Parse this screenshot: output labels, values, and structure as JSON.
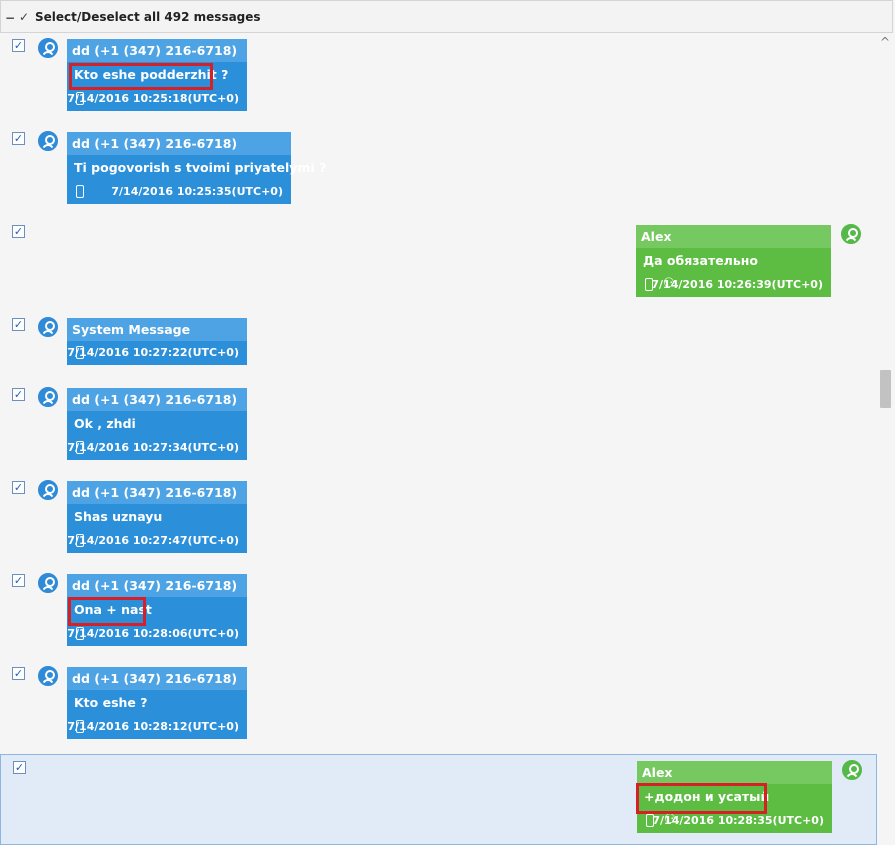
{
  "toolbar": {
    "collapse_glyph": "−",
    "check_glyph": "✓",
    "select_all_label": "Select/Deselect all 492 messages"
  },
  "icons": {
    "scroll_up": "^",
    "checkbox_checked": "✓",
    "group_icon": "⚇"
  },
  "colors": {
    "incoming_bubble": "#2c8fd9",
    "outgoing_bubble": "#5cbd42",
    "highlight": "#d61f26",
    "selected_row": "#e1eaf7"
  },
  "messages": [
    {
      "sender": "dd (+1 (347) 216-6718)",
      "text": "Kto eshe podderzhit ?",
      "timestamp": "7/14/2016 10:25:18(UTC+0)",
      "direction": "incoming",
      "checked": true,
      "highlighted": true
    },
    {
      "sender": "dd (+1 (347) 216-6718)",
      "text": "Ti pogovorish s tvoimi priyatelymi ?",
      "timestamp": "7/14/2016 10:25:35(UTC+0)",
      "direction": "incoming",
      "checked": true,
      "highlighted": false
    },
    {
      "sender": "Alex",
      "text": "Да обязательно",
      "timestamp": "7/14/2016 10:26:39(UTC+0)",
      "direction": "outgoing",
      "checked": true,
      "highlighted": false
    },
    {
      "sender": "System Message",
      "text": "",
      "timestamp": "7/14/2016 10:27:22(UTC+0)",
      "direction": "incoming",
      "checked": true,
      "highlighted": false
    },
    {
      "sender": "dd (+1 (347) 216-6718)",
      "text": "Ok , zhdi",
      "timestamp": "7/14/2016 10:27:34(UTC+0)",
      "direction": "incoming",
      "checked": true,
      "highlighted": false
    },
    {
      "sender": "dd (+1 (347) 216-6718)",
      "text": "Shas uznayu",
      "timestamp": "7/14/2016 10:27:47(UTC+0)",
      "direction": "incoming",
      "checked": true,
      "highlighted": false
    },
    {
      "sender": "dd (+1 (347) 216-6718)",
      "text": "Ona + nast",
      "timestamp": "7/14/2016 10:28:06(UTC+0)",
      "direction": "incoming",
      "checked": true,
      "highlighted": true
    },
    {
      "sender": "dd (+1 (347) 216-6718)",
      "text": "Kto eshe ?",
      "timestamp": "7/14/2016 10:28:12(UTC+0)",
      "direction": "incoming",
      "checked": true,
      "highlighted": false
    },
    {
      "sender": "Alex",
      "text": "+додон и усатый",
      "timestamp": "7/14/2016 10:28:35(UTC+0)",
      "direction": "outgoing",
      "checked": true,
      "highlighted": true,
      "selected": true
    }
  ]
}
